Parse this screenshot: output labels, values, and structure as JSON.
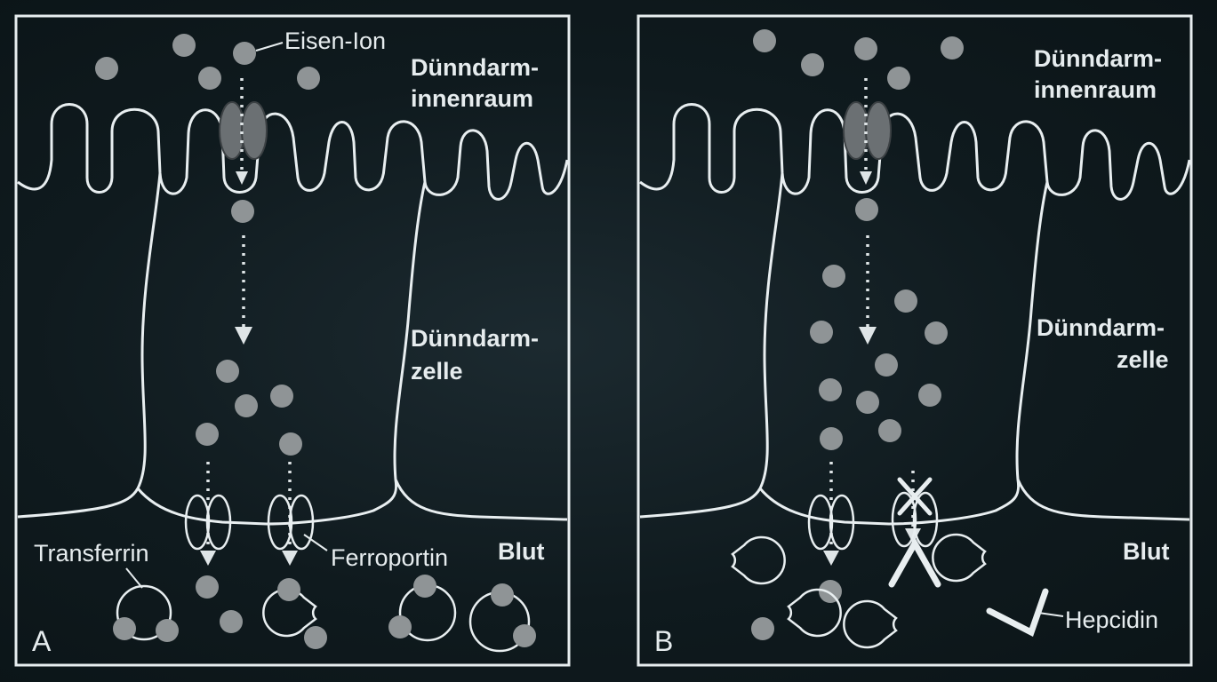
{
  "panels": {
    "a": {
      "letter": "A",
      "labels": {
        "lumen_line1": "Dünndarm-",
        "lumen_line2": "innenraum",
        "cell_line1": "Dünndarm-",
        "cell_line2": "zelle",
        "blood": "Blut",
        "iron_ion": "Eisen-Ion",
        "transferrin": "Transferrin",
        "ferroportin": "Ferroportin"
      }
    },
    "b": {
      "letter": "B",
      "labels": {
        "lumen_line1": "Dünndarm-",
        "lumen_line2": "innenraum",
        "cell_line1": "Dünndarm-",
        "cell_line2": "zelle",
        "blood": "Blut",
        "hepcidin": "Hepcidin"
      }
    }
  },
  "colors": {
    "background": "#0f1a1e",
    "line": "#e8eef0",
    "iron_ion": "#8f9496",
    "channel": "#6b7073"
  }
}
